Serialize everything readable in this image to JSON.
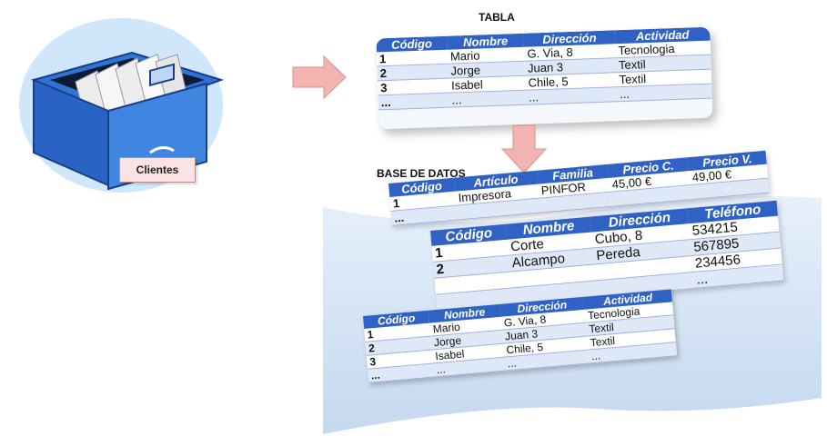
{
  "diagram": {
    "cabinet_label": "Clientes",
    "tabla_label": "TABLA",
    "bd_label": "BASE DE DATOS"
  },
  "tabla": {
    "headers": [
      "Código",
      "Nombre",
      "Dirección",
      "Actividad"
    ],
    "rows": [
      [
        "1",
        "Mario",
        "G. Via, 8",
        "Tecnologia"
      ],
      [
        "2",
        "Jorge",
        "Juan 3",
        "Textil"
      ],
      [
        "3",
        "Isabel",
        "Chile, 5",
        "Textil"
      ],
      [
        "...",
        "...",
        "...",
        "..."
      ]
    ]
  },
  "articulos": {
    "headers": [
      "Código",
      "Artículo",
      "Familia",
      "Precio C.",
      "Precio V."
    ],
    "rows": [
      [
        "1",
        "Impresora",
        "PINFOR",
        "45,00 €",
        "49,00 €"
      ],
      [
        "...",
        "",
        "",
        "",
        ""
      ]
    ]
  },
  "proveedores": {
    "headers": [
      "Código",
      "Nombre",
      "Dirección",
      "Teléfono"
    ],
    "rows": [
      [
        "1",
        "Corte",
        "Cubo, 8",
        "534215"
      ],
      [
        "2",
        "Alcampo",
        "Pereda",
        "567895"
      ],
      [
        "",
        "",
        "",
        "234456"
      ],
      [
        "",
        "",
        "",
        "..."
      ]
    ]
  },
  "clientes": {
    "headers": [
      "Código",
      "Nombre",
      "Dirección",
      "Actividad"
    ],
    "rows": [
      [
        "1",
        "Mario",
        "G. Via, 8",
        "Tecnologia"
      ],
      [
        "2",
        "Jorge",
        "Juan 3",
        "Textil"
      ],
      [
        "3",
        "Isabel",
        "Chile, 5",
        "Textil"
      ],
      [
        "...",
        "...",
        "...",
        "..."
      ]
    ]
  },
  "colors": {
    "header_blue": "#2f62c4",
    "cabinet_blue": "#3f86e0",
    "arrow_pink": "#f2b4b0",
    "label_pink": "#fbe2e4"
  }
}
